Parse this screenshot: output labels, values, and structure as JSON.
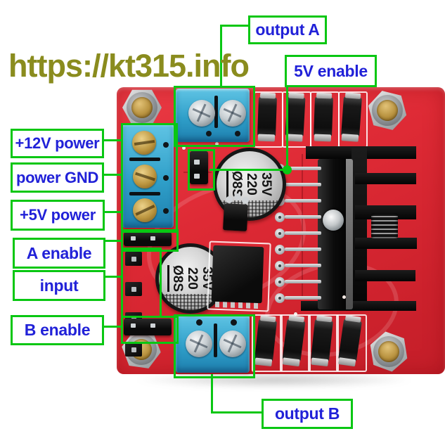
{
  "watermark": {
    "text": "https://kt315.info"
  },
  "callouts": {
    "output_a": "output A",
    "enable_5v": "5V enable",
    "power_12v": "+12V power",
    "power_gnd": "power GND",
    "power_5v": "+5V power",
    "enable_a": "A enable",
    "input": "input",
    "enable_b": "B enable",
    "output_b": "output B"
  },
  "board": {
    "capacitor_marking": [
      "Ø8S",
      "220",
      "35V"
    ]
  },
  "colors": {
    "annotation_green": "#09c713",
    "label_text_blue": "#2121d8",
    "watermark_olive": "#8a8c1e",
    "pcb_red": "#da2730",
    "terminal_blue": "#2f9fc9"
  }
}
